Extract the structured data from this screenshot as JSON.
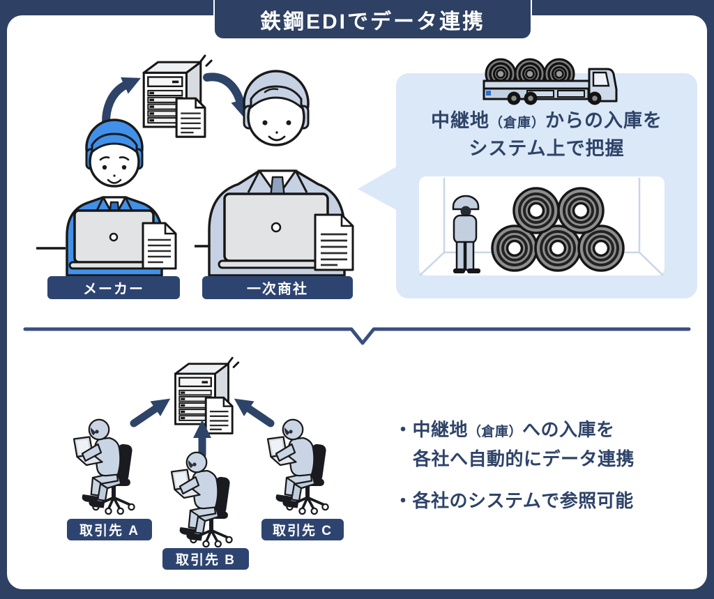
{
  "title": {
    "banner": "鉄鋼EDIでデータ連携"
  },
  "top_section": {
    "maker_label": "メーカー",
    "trader_label": "一次商社",
    "bubble": {
      "line1_prefix": "中継地",
      "line1_paren": "（倉庫）",
      "line1_suffix": "からの入庫を",
      "line2": "システム上で把握"
    }
  },
  "bottom_section": {
    "partner_labels": [
      "取引先 A",
      "取引先 B",
      "取引先 C"
    ],
    "notes": {
      "bullet1_prefix": "・中継地",
      "bullet1_paren": "（倉庫）",
      "bullet1_suffix": "への入庫を",
      "bullet1_line2": "各社へ自動的にデータ連携",
      "bullet2": "・各社のシステムで参照可能"
    }
  },
  "icons": [
    "server-icon",
    "document-icon",
    "truck-icon",
    "steel-coil-icon",
    "warehouse-icon",
    "worker-icon",
    "laptop-icon",
    "office-chair-icon",
    "curved-arrow-icon",
    "straight-arrow-icon",
    "sparkle-icon",
    "speech-bubble-tail-icon"
  ],
  "colors": {
    "navy": "#2e4164",
    "pill_navy": "#2e4470",
    "bubble_blue": "#dbe8f8",
    "person_blue": "#4191ea",
    "person_gray": "#c6d2e3",
    "coil_gray": "#8e8e8e",
    "divider_navy": "#3a4e7e"
  }
}
